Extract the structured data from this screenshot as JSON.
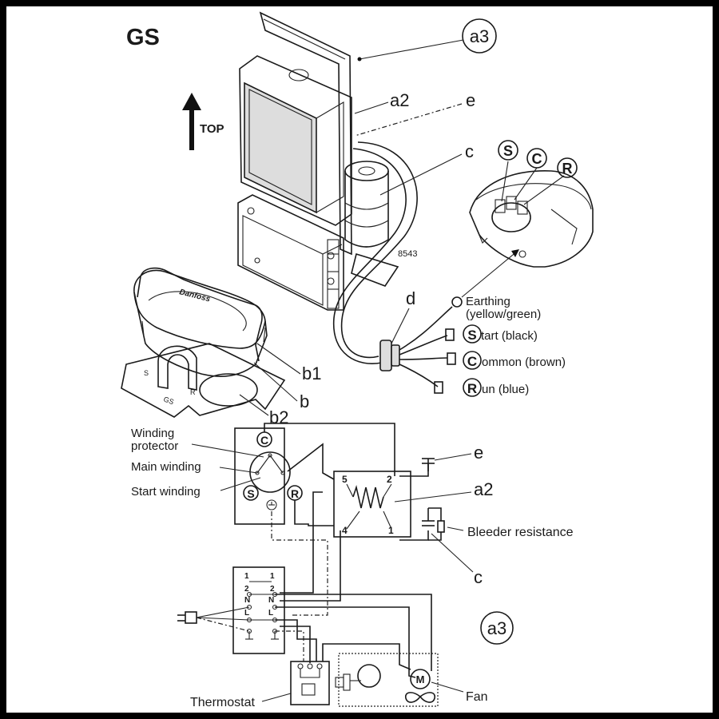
{
  "title": "GS",
  "orientation": {
    "label": "TOP"
  },
  "part_code": "8543",
  "parts": {
    "a3": "a3",
    "a2": "a2",
    "e": "e",
    "c": "c",
    "d": "d",
    "b1": "b1",
    "b": "b",
    "b2": "b2"
  },
  "terminals": {
    "S": "S",
    "C": "C",
    "R": "R"
  },
  "wire_legend": {
    "earthing_line1": "Earthing",
    "earthing_line2": "(yellow/green)",
    "start": "tart (black)",
    "common": "ommon (brown)",
    "run": "un (blue)"
  },
  "cover_markings": {
    "plate": "GS",
    "left": "S",
    "right": "R"
  },
  "schematic": {
    "winding_protector_line1": "Winding",
    "winding_protector_line2": "protector",
    "main_winding": "Main winding",
    "start_winding": "Start winding",
    "relay_pins": {
      "p5": "5",
      "p2": "2",
      "p4": "4",
      "p1": "1"
    },
    "bleeder": "Bleeder resistance",
    "part_e": "e",
    "part_a2": "a2",
    "part_c": "c",
    "part_a3": "a3",
    "terminal_block": {
      "r1a": "1",
      "r1b": "1",
      "r2a": "2",
      "r2b": "2",
      "n1": "N",
      "n2": "N",
      "l1": "L",
      "l2": "L"
    },
    "thermostat": "Thermostat",
    "fan": "Fan",
    "motor": "M"
  }
}
